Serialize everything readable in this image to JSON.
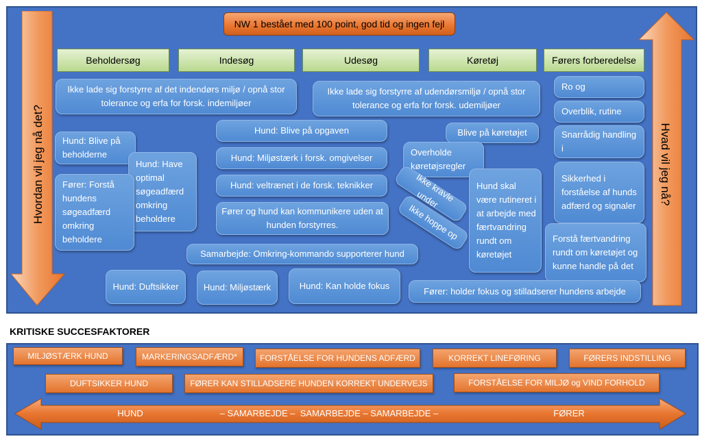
{
  "header": {
    "goal": "NW 1 bestået med 100 point, god tid og ingen fejl"
  },
  "side_arrows": {
    "left": "Hvordan vil jeg nå det?",
    "right": "Hvad vil jeg nå?"
  },
  "categories": [
    "Beholdersøg",
    "Indesøg",
    "Udesøg",
    "Køretøj",
    "Førers forberedelse"
  ],
  "cards": [
    "Ikke lade sig forstyrre af det indendørs miljø / opnå stor tolerance og erfa for forsk. indemiljøer",
    "Ikke lade sig forstyrre af udendørsmiljø / opnå stor tolerance og erfa for forsk. udemiljøer",
    "Ro og",
    "Overblik, rutine",
    "Snarrådig handling i",
    "Sikkerhed i forståelse af hunds adfærd og signaler",
    "Forstå færtvandring rundt om køretøjet og kunne handle på det",
    "Hund: Blive på beholderne",
    "Hund: Have optimal søgeadfærd omkring beholdere",
    "Fører: Forstå hundens søgeadfærd omkring beholdere",
    "Hund: Blive på opgaven",
    "Hund: Miljøstærk i forsk. omgivelser",
    "Hund: veltrænet i de forsk. teknikker",
    "Fører og hund kan kommunikere uden at hunden forstyrres.",
    "Samarbejde: Omkring-kommando supporterer hund",
    "Blive på køretøjet",
    "Overholde køretøjsregler",
    "Ikke kravle under",
    "Ikke hoppe op",
    "Hund skal være rutineret i at arbejde med færtvandring rundt om køretøjet",
    "Hund: Duftsikker",
    "Hund: Miljøstærk",
    "Hund: Kan holde fokus",
    "Fører: holder fokus og stilladserer hundens arbejde"
  ],
  "critical": {
    "title": "KRITISKE SUCCESFAKTORER",
    "factors": [
      "MILJØSTÆRK HUND",
      "MARKERINGSADFÆRD*",
      "FORSTÅELSE FOR HUNDENS ADFÆRD",
      "KORREKT LINEFØRING",
      "FØRERS INDSTILLING",
      "DUFTSIKKER HUND",
      "FØRER KAN STILLADSERE HUNDEN KORREKT UNDERVEJS",
      "FORSTÅELSE FOR MILJØ og VIND FORHOLD"
    ],
    "bottom_arrow": {
      "left": "HUND",
      "middle": "– SAMARBEJDE –  SAMARBEJDE – SAMARBEJDE –",
      "right": "FØRER"
    }
  },
  "colors": {
    "panel": "#4472c4",
    "orange": "#e8752f",
    "green": "#b9d98f",
    "card": "#5b95d8"
  }
}
